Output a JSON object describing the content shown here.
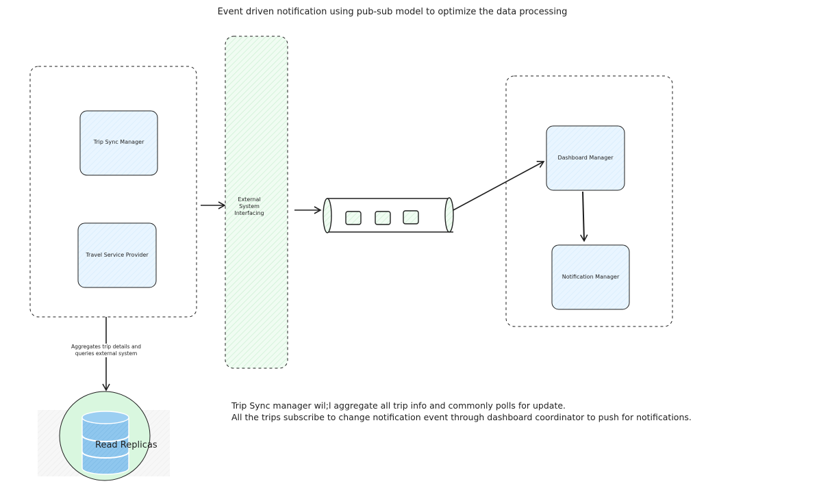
{
  "title": "Event driven notification using pub-sub model to optimize the data processing",
  "nodes": {
    "trip_sync_manager": "Trip Sync Manager",
    "travel_service_provider": "Travel Service Provider",
    "external_system": "External System Interfacing",
    "dashboard_manager": "Dashboard Manager",
    "notification_manager": "Notification Manager",
    "read_replicas": "Read Replicas"
  },
  "edge_labels": {
    "aggregates": "Aggregates trip details and queries external system"
  },
  "notes": {
    "line1": "Trip Sync manager wil;l aggregate all trip info and commonly polls for update.",
    "line2": "All the trips subscribe to change notification event through dashboard coordinator to push for notifications."
  },
  "colors": {
    "box_fill": "#e7f5ff",
    "ext_fill": "#ebfbee",
    "queue_item": "#b2f2bb",
    "db_fill": "#a5d8ff",
    "db_bg": "#d3f9d8",
    "stroke": "#1e1e1e"
  }
}
